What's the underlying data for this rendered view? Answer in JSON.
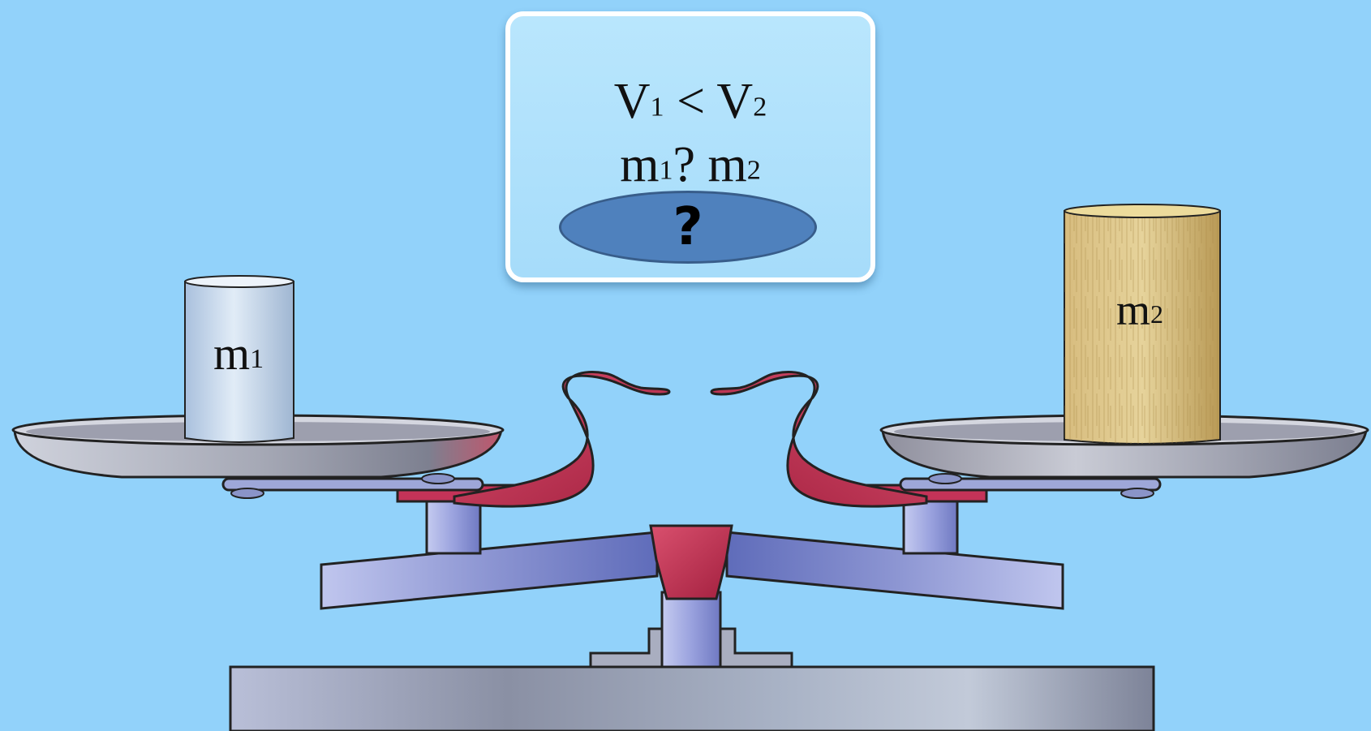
{
  "question": {
    "line1": {
      "left": "V",
      "left_sub": "1",
      "op": " < ",
      "right": "V",
      "right_sub": "2"
    },
    "line2": {
      "left": "m",
      "left_sub": "1",
      "op": "? ",
      "right": "m",
      "right_sub": "2"
    },
    "answer_button_label": "?"
  },
  "scale": {
    "left_object": {
      "label": "m",
      "label_sub": "1",
      "material": "metal"
    },
    "right_object": {
      "label": "m",
      "label_sub": "2",
      "material": "wood"
    }
  },
  "colors": {
    "background": "#92d2fa",
    "card_fill": "#b9e6fd",
    "button_fill": "#4f81bd",
    "crimson": "#c43358",
    "wood": "#d9c07c",
    "metal": "#c9dbef"
  }
}
